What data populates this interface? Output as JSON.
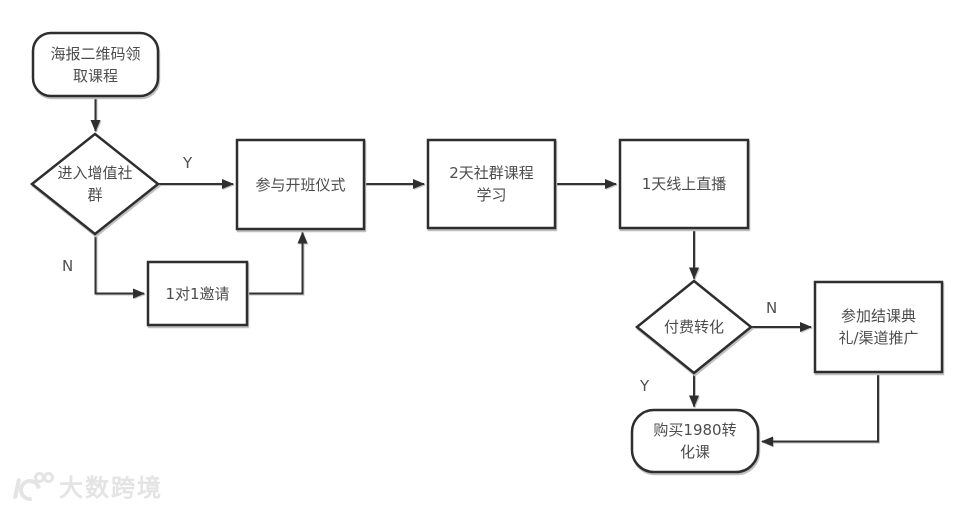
{
  "flowchart": {
    "nodes": {
      "start": {
        "label": "海报二维码领\n取课程"
      },
      "join": {
        "label": "进入增值社\n群"
      },
      "opening": {
        "label": "参与开班仪式"
      },
      "course": {
        "label": "2天社群课程\n学习"
      },
      "live": {
        "label": "1天线上直播"
      },
      "invite": {
        "label": "1对1邀请"
      },
      "pay": {
        "label": "付费转化"
      },
      "ceremony": {
        "label": "参加结课典\n礼/渠道推广"
      },
      "purchase": {
        "label": "购买1980转\n化课"
      }
    },
    "edge_labels": {
      "join_yes": "Y",
      "join_no": "N",
      "pay_no": "N",
      "pay_yes": "Y"
    },
    "colors": {
      "stroke": "#2e2e2e",
      "text": "#4d4d4d",
      "shadow": "#c0c0c0",
      "watermark": "#e4e4e4"
    }
  },
  "watermark": {
    "icon": "dashu-kuajing-logo",
    "text": "大数跨境"
  }
}
